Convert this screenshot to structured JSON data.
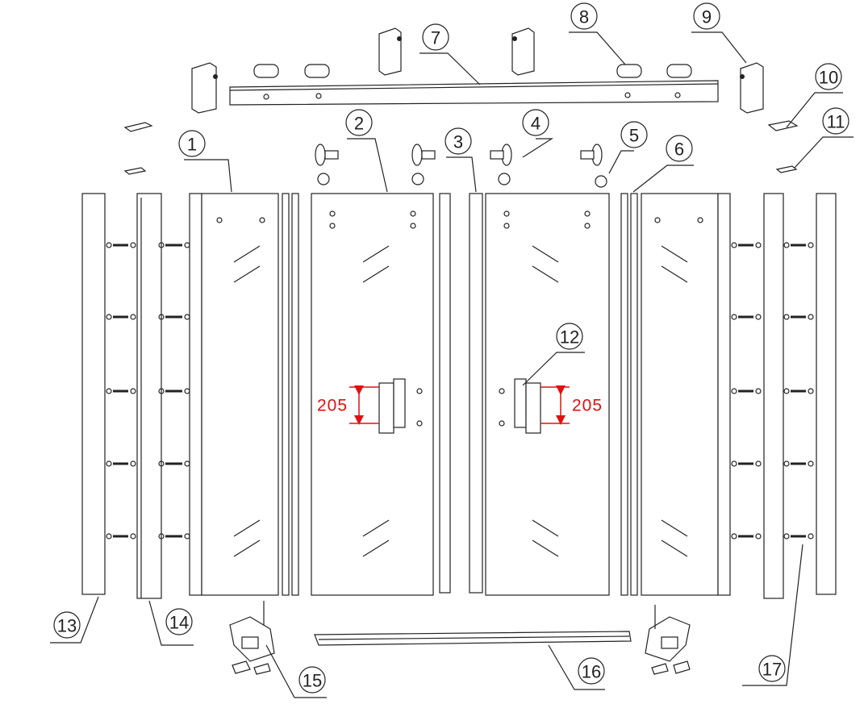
{
  "diagram": {
    "title_hidden": null,
    "callouts": [
      "1",
      "2",
      "3",
      "4",
      "5",
      "6",
      "7",
      "8",
      "9",
      "10",
      "11",
      "12",
      "13",
      "14",
      "15",
      "16",
      "17"
    ],
    "dimension_left": "205",
    "dimension_right": "205",
    "colors": {
      "line": "#222222",
      "dimension": "#e01010"
    }
  }
}
